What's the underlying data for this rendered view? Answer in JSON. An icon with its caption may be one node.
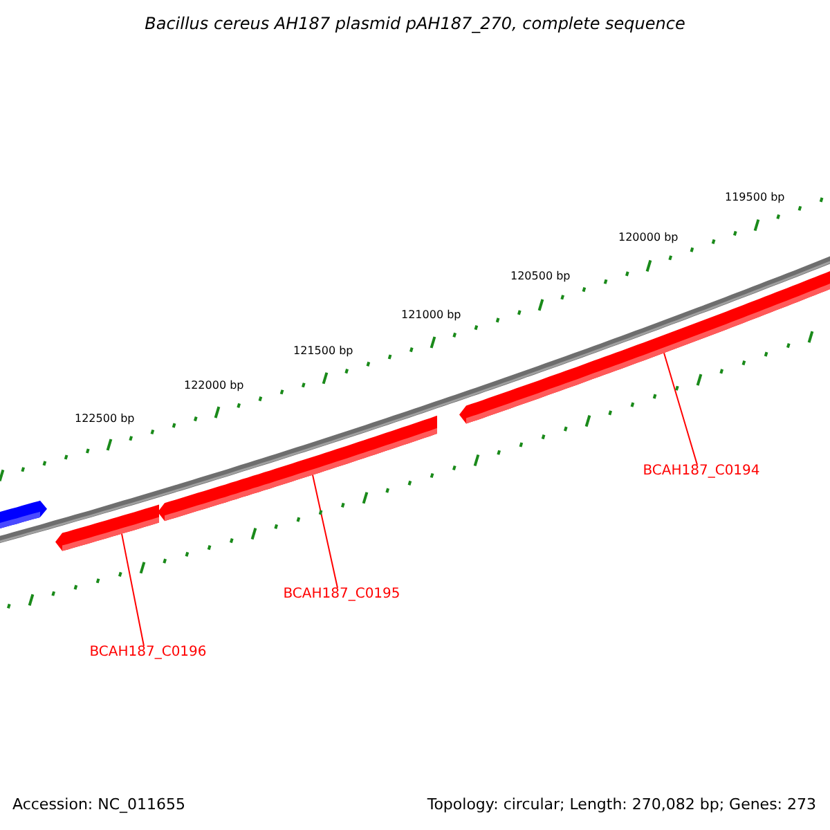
{
  "diagram": {
    "title": "Bacillus cereus AH187 plasmid pAH187_270, complete sequence",
    "nodes": [
      {
        "text": [],
        "shape": "bar"
      },
      {
        "text": [],
        "shape": "bar"
      },
      {
        "text": [],
        "shape": "bar"
      },
      {
        "text": [],
        "shape": "bar"
      },
      {
        "text": [
          "BCAH187_C0196"
        ]
      },
      {
        "text": [
          "BCAH187_C0195"
        ]
      },
      {
        "text": [
          "BCAH187_C0194"
        ]
      }
    ],
    "edges": [
      {
        "from": 4,
        "to": 1,
        "arrow": "none"
      },
      {
        "from": 5,
        "to": 2,
        "arrow": "none"
      },
      {
        "from": 6,
        "to": 3,
        "arrow": "none"
      }
    ],
    "labels": [
      "119500 bp",
      "120000 bp",
      "120500 bp",
      "121000 bp",
      "121500 bp",
      "122000 bp",
      "122500 bp",
      "Accession: NC_011655",
      "Topology: circular; Length: 270,082 bp; Genes: 273"
    ]
  }
}
